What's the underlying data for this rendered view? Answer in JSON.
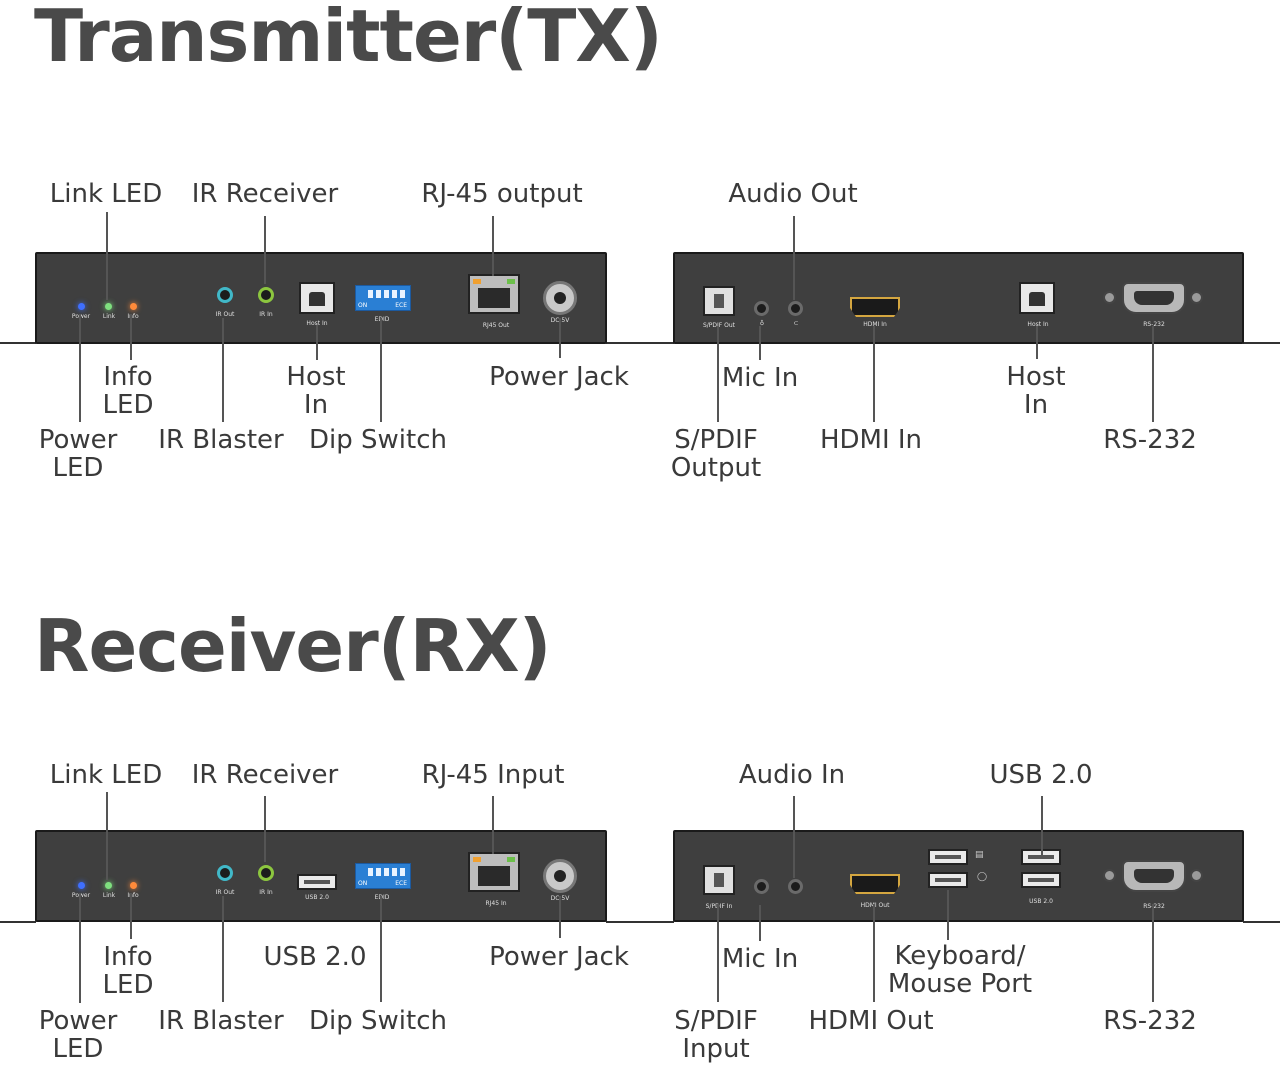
{
  "tx": {
    "title": "Transmitter(TX)",
    "front": {
      "ports": {
        "power": "Power",
        "link": "Link",
        "info": "Info",
        "ir_out": "IR Out",
        "ir_in": "IR In",
        "host_in": "Host In",
        "edid": "EDID",
        "dip_on": "ON",
        "dip_ece": "ECE",
        "rj45": "RJ45 Out",
        "dc": "DC 5V"
      },
      "labels": {
        "link_led": "Link LED",
        "ir_receiver": "IR Receiver",
        "rj45": "RJ-45 output",
        "info_led": "Info\nLED",
        "host_in": "Host\nIn",
        "power_jack": "Power Jack",
        "power_led": "Power\nLED",
        "ir_blaster": "IR Blaster",
        "dip_switch": "Dip Switch"
      }
    },
    "rear": {
      "ports": {
        "spdif": "S/PDIF Out",
        "mic": "♁",
        "audio": "⊂",
        "hdmi": "HDMI In",
        "host_in": "Host In",
        "rs232": "RS-232"
      },
      "labels": {
        "audio_out": "Audio Out",
        "mic_in": "Mic In",
        "host_in": "Host\nIn",
        "spdif": "S/PDIF\nOutput",
        "hdmi_in": "HDMI In",
        "rs232": "RS-232"
      }
    }
  },
  "rx": {
    "title": "Receiver(RX)",
    "front": {
      "ports": {
        "power": "Power",
        "link": "Link",
        "info": "Info",
        "ir_out": "IR Out",
        "ir_in": "IR In",
        "usb": "USB 2.0",
        "edid": "EDID",
        "dip_on": "ON",
        "dip_ece": "ECE",
        "rj45": "RJ45 In",
        "dc": "DC 5V"
      },
      "labels": {
        "link_led": "Link LED",
        "ir_receiver": "IR Receiver",
        "rj45": "RJ-45 Input",
        "info_led": "Info\nLED",
        "usb": "USB 2.0",
        "power_jack": "Power Jack",
        "power_led": "Power\nLED",
        "ir_blaster": "IR Blaster",
        "dip_switch": "Dip Switch"
      }
    },
    "rear": {
      "ports": {
        "spdif": "S/PDIF In",
        "hdmi": "HDMI Out",
        "usb": "USB 2.0",
        "rs232": "RS-232"
      },
      "labels": {
        "audio_in": "Audio In",
        "usb": "USB 2.0",
        "mic_in": "Mic In",
        "kbd": "Keyboard/\nMouse Port",
        "spdif": "S/PDIF\nInput",
        "hdmi_out": "HDMI Out",
        "rs232": "RS-232"
      }
    }
  },
  "colors": {
    "power_led": "#3f6fff",
    "link_led": "#7fe07f",
    "info_led": "#ff8a3a"
  }
}
